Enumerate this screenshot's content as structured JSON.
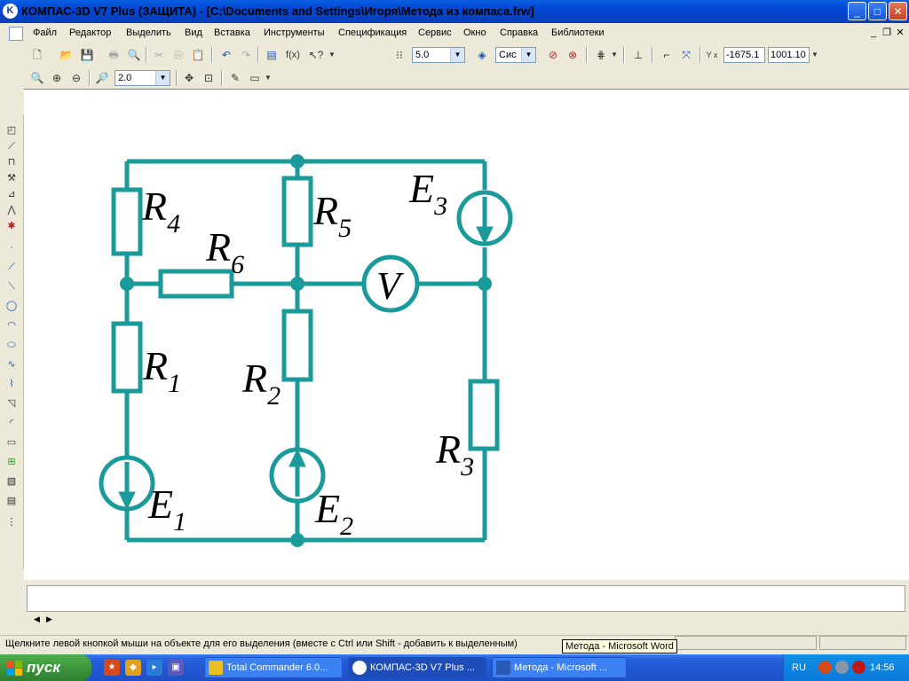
{
  "window": {
    "title": "КОМПАС-3D V7 Plus (ЗАЩИТА) - [C:\\Documents and Settings\\Игоря\\Метода из компаса.frw]",
    "minimize": "_",
    "maximize": "□",
    "close": "✕"
  },
  "menu": {
    "items": [
      "Файл",
      "Редактор",
      "Выделить",
      "Вид",
      "Вставка",
      "Инструменты",
      "Спецификация",
      "Сервис",
      "Окно",
      "Справка",
      "Библиотеки"
    ]
  },
  "toolbar": {
    "fx_label": "f(x)",
    "step_value": "5.0",
    "layer_value": "Сис",
    "coord_label": "Y x",
    "coord_x": "-1675.1",
    "coord_y": "1001.10",
    "zoom_value": "2.0"
  },
  "icons": {
    "new": "new-document-icon",
    "open": "open-icon",
    "save": "save-icon",
    "print": "print-icon",
    "cut": "cut-icon",
    "undo": "undo-icon",
    "redo": "redo-icon"
  },
  "diagram": {
    "labels": [
      {
        "main": "R",
        "sub": "4"
      },
      {
        "main": "R",
        "sub": "5"
      },
      {
        "main": "R",
        "sub": "6"
      },
      {
        "main": "R",
        "sub": "1"
      },
      {
        "main": "R",
        "sub": "2"
      },
      {
        "main": "R",
        "sub": "3"
      },
      {
        "main": "E",
        "sub": "1"
      },
      {
        "main": "E",
        "sub": "2"
      },
      {
        "main": "E",
        "sub": "3"
      }
    ],
    "voltmeter": "V"
  },
  "status": {
    "text": "Щелкните левой кнопкой мыши на объекте для его выделения (вместе с Ctrl или Shift - добавить к выделенным)",
    "tooltip": "Метода - Microsoft Word"
  },
  "taskbar": {
    "start": "пуск",
    "tasks": [
      "Total Commander 6.0...",
      "КОМПАС-3D V7 Plus ...",
      "Метода - Microsoft ..."
    ],
    "lang": "RU",
    "clock": "14:56"
  },
  "colors": {
    "wire": "#1a9a9a",
    "titlebar": "#0a5fe0",
    "taskbar": "#245edb",
    "start": "#3d963d"
  }
}
